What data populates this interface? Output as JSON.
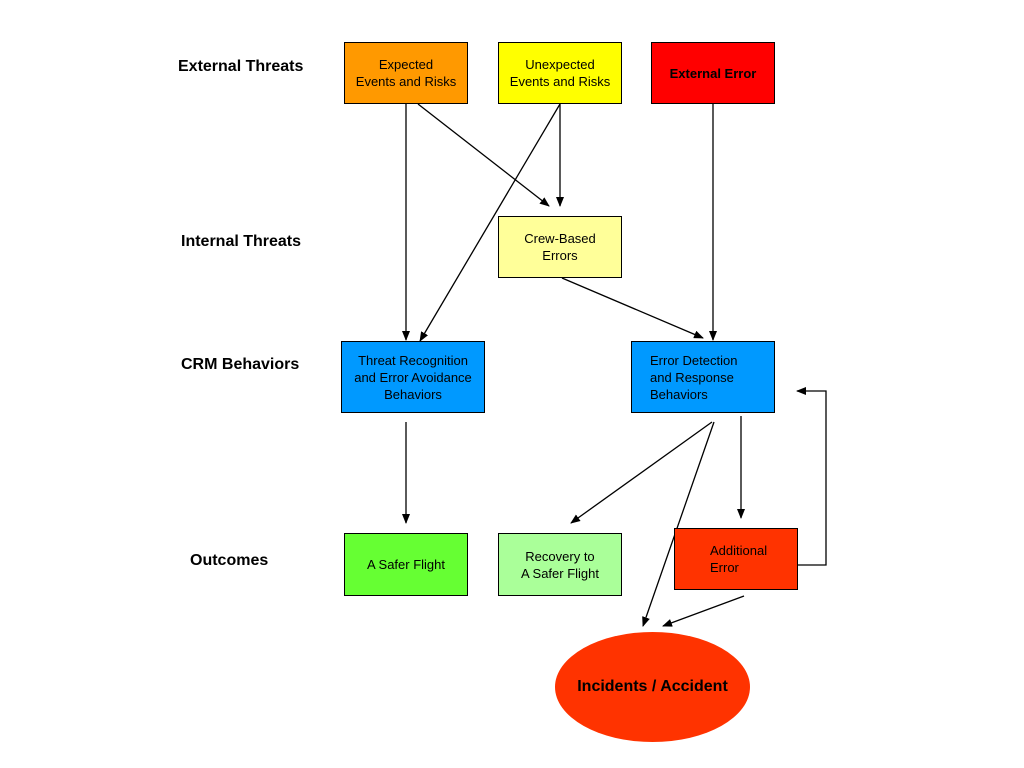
{
  "row_labels": {
    "external": "External Threats",
    "internal": "Internal Threats",
    "crm": "CRM Behaviors",
    "outcomes": "Outcomes"
  },
  "nodes": {
    "expected": {
      "text": "Expected\nEvents and Risks",
      "color": "#ff9900"
    },
    "unexpected": {
      "text": "Unexpected\nEvents and Risks",
      "color": "#ffff00"
    },
    "external_error": {
      "text": "External Error",
      "color": "#ff0000"
    },
    "crew_errors": {
      "text": "Crew-Based\nErrors",
      "color": "#ffff99"
    },
    "threat_recognition": {
      "text": "Threat Recognition\nand Error Avoidance\nBehaviors",
      "color": "#0099ff"
    },
    "error_detection": {
      "text": "Error Detection\nand Response\nBehaviors",
      "color": "#0099ff"
    },
    "safer_flight": {
      "text": "A Safer Flight",
      "color": "#66ff33"
    },
    "recovery": {
      "text": "Recovery to\nA Safer Flight",
      "color": "#aaff99"
    },
    "additional_error": {
      "text": "Additional\nError",
      "color": "#ff3300"
    },
    "incidents": {
      "text": "Incidents / Accident",
      "color": "#ff3300"
    }
  }
}
